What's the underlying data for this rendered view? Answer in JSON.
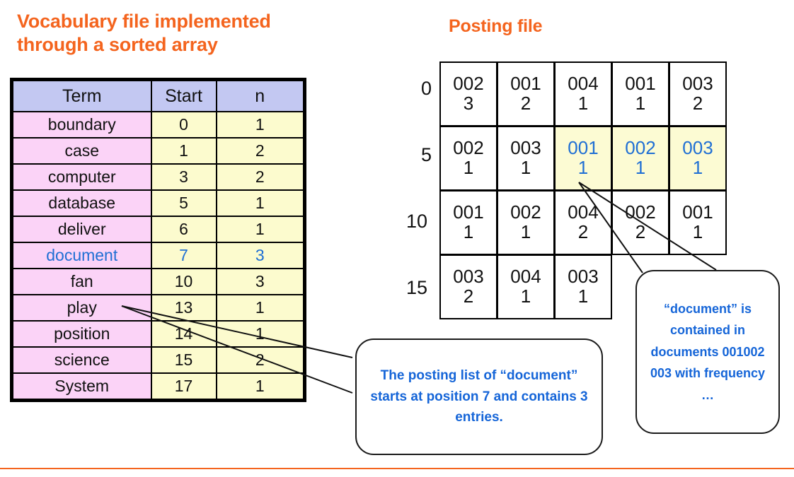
{
  "vocabulary": {
    "heading": "Vocabulary file implemented through a sorted array",
    "columns": [
      "Term",
      "Start",
      "n"
    ],
    "rows": [
      {
        "term": "boundary",
        "start": "0",
        "n": "1",
        "highlight": false
      },
      {
        "term": "case",
        "start": "1",
        "n": "2",
        "highlight": false
      },
      {
        "term": "computer",
        "start": "3",
        "n": "2",
        "highlight": false
      },
      {
        "term": "database",
        "start": "5",
        "n": "1",
        "highlight": false
      },
      {
        "term": "deliver",
        "start": "6",
        "n": "1",
        "highlight": false
      },
      {
        "term": "document",
        "start": "7",
        "n": "3",
        "highlight": true
      },
      {
        "term": "fan",
        "start": "10",
        "n": "3",
        "highlight": false
      },
      {
        "term": "play",
        "start": "13",
        "n": "1",
        "highlight": false
      },
      {
        "term": "position",
        "start": "14",
        "n": "1",
        "highlight": false
      },
      {
        "term": "science",
        "start": "15",
        "n": "2",
        "highlight": false
      },
      {
        "term": "System",
        "start": "17",
        "n": "1",
        "highlight": false
      }
    ]
  },
  "posting": {
    "heading": "Posting file",
    "row_labels": [
      "0",
      "5",
      "10",
      "15"
    ],
    "rows": [
      [
        {
          "docid": "002",
          "freq": "3",
          "highlight": false
        },
        {
          "docid": "001",
          "freq": "2",
          "highlight": false
        },
        {
          "docid": "004",
          "freq": "1",
          "highlight": false
        },
        {
          "docid": "001",
          "freq": "1",
          "highlight": false
        },
        {
          "docid": "003",
          "freq": "2",
          "highlight": false
        }
      ],
      [
        {
          "docid": "002",
          "freq": "1",
          "highlight": false
        },
        {
          "docid": "003",
          "freq": "1",
          "highlight": false
        },
        {
          "docid": "001",
          "freq": "1",
          "highlight": true
        },
        {
          "docid": "002",
          "freq": "1",
          "highlight": true
        },
        {
          "docid": "003",
          "freq": "1",
          "highlight": true
        }
      ],
      [
        {
          "docid": "001",
          "freq": "1",
          "highlight": false
        },
        {
          "docid": "002",
          "freq": "1",
          "highlight": false
        },
        {
          "docid": "004",
          "freq": "2",
          "highlight": false
        },
        {
          "docid": "002",
          "freq": "2",
          "highlight": false
        },
        {
          "docid": "001",
          "freq": "1",
          "highlight": false
        }
      ],
      [
        {
          "docid": "003",
          "freq": "2",
          "highlight": false
        },
        {
          "docid": "004",
          "freq": "1",
          "highlight": false
        },
        {
          "docid": "003",
          "freq": "1",
          "highlight": false
        }
      ]
    ]
  },
  "callouts": {
    "left": "The posting list of “document” starts at position 7 and contains 3 entries.",
    "right": "“document” is contained in documents 001002 003 with frequency …"
  },
  "colors": {
    "accent_orange": "#f4641e",
    "highlight_blue": "#1f6fd4",
    "header_lavender": "#c3c8f2",
    "term_pink": "#fbd3f7",
    "value_yellow": "#fcfbce",
    "cell_highlight_yellow": "#fcfbd3"
  }
}
